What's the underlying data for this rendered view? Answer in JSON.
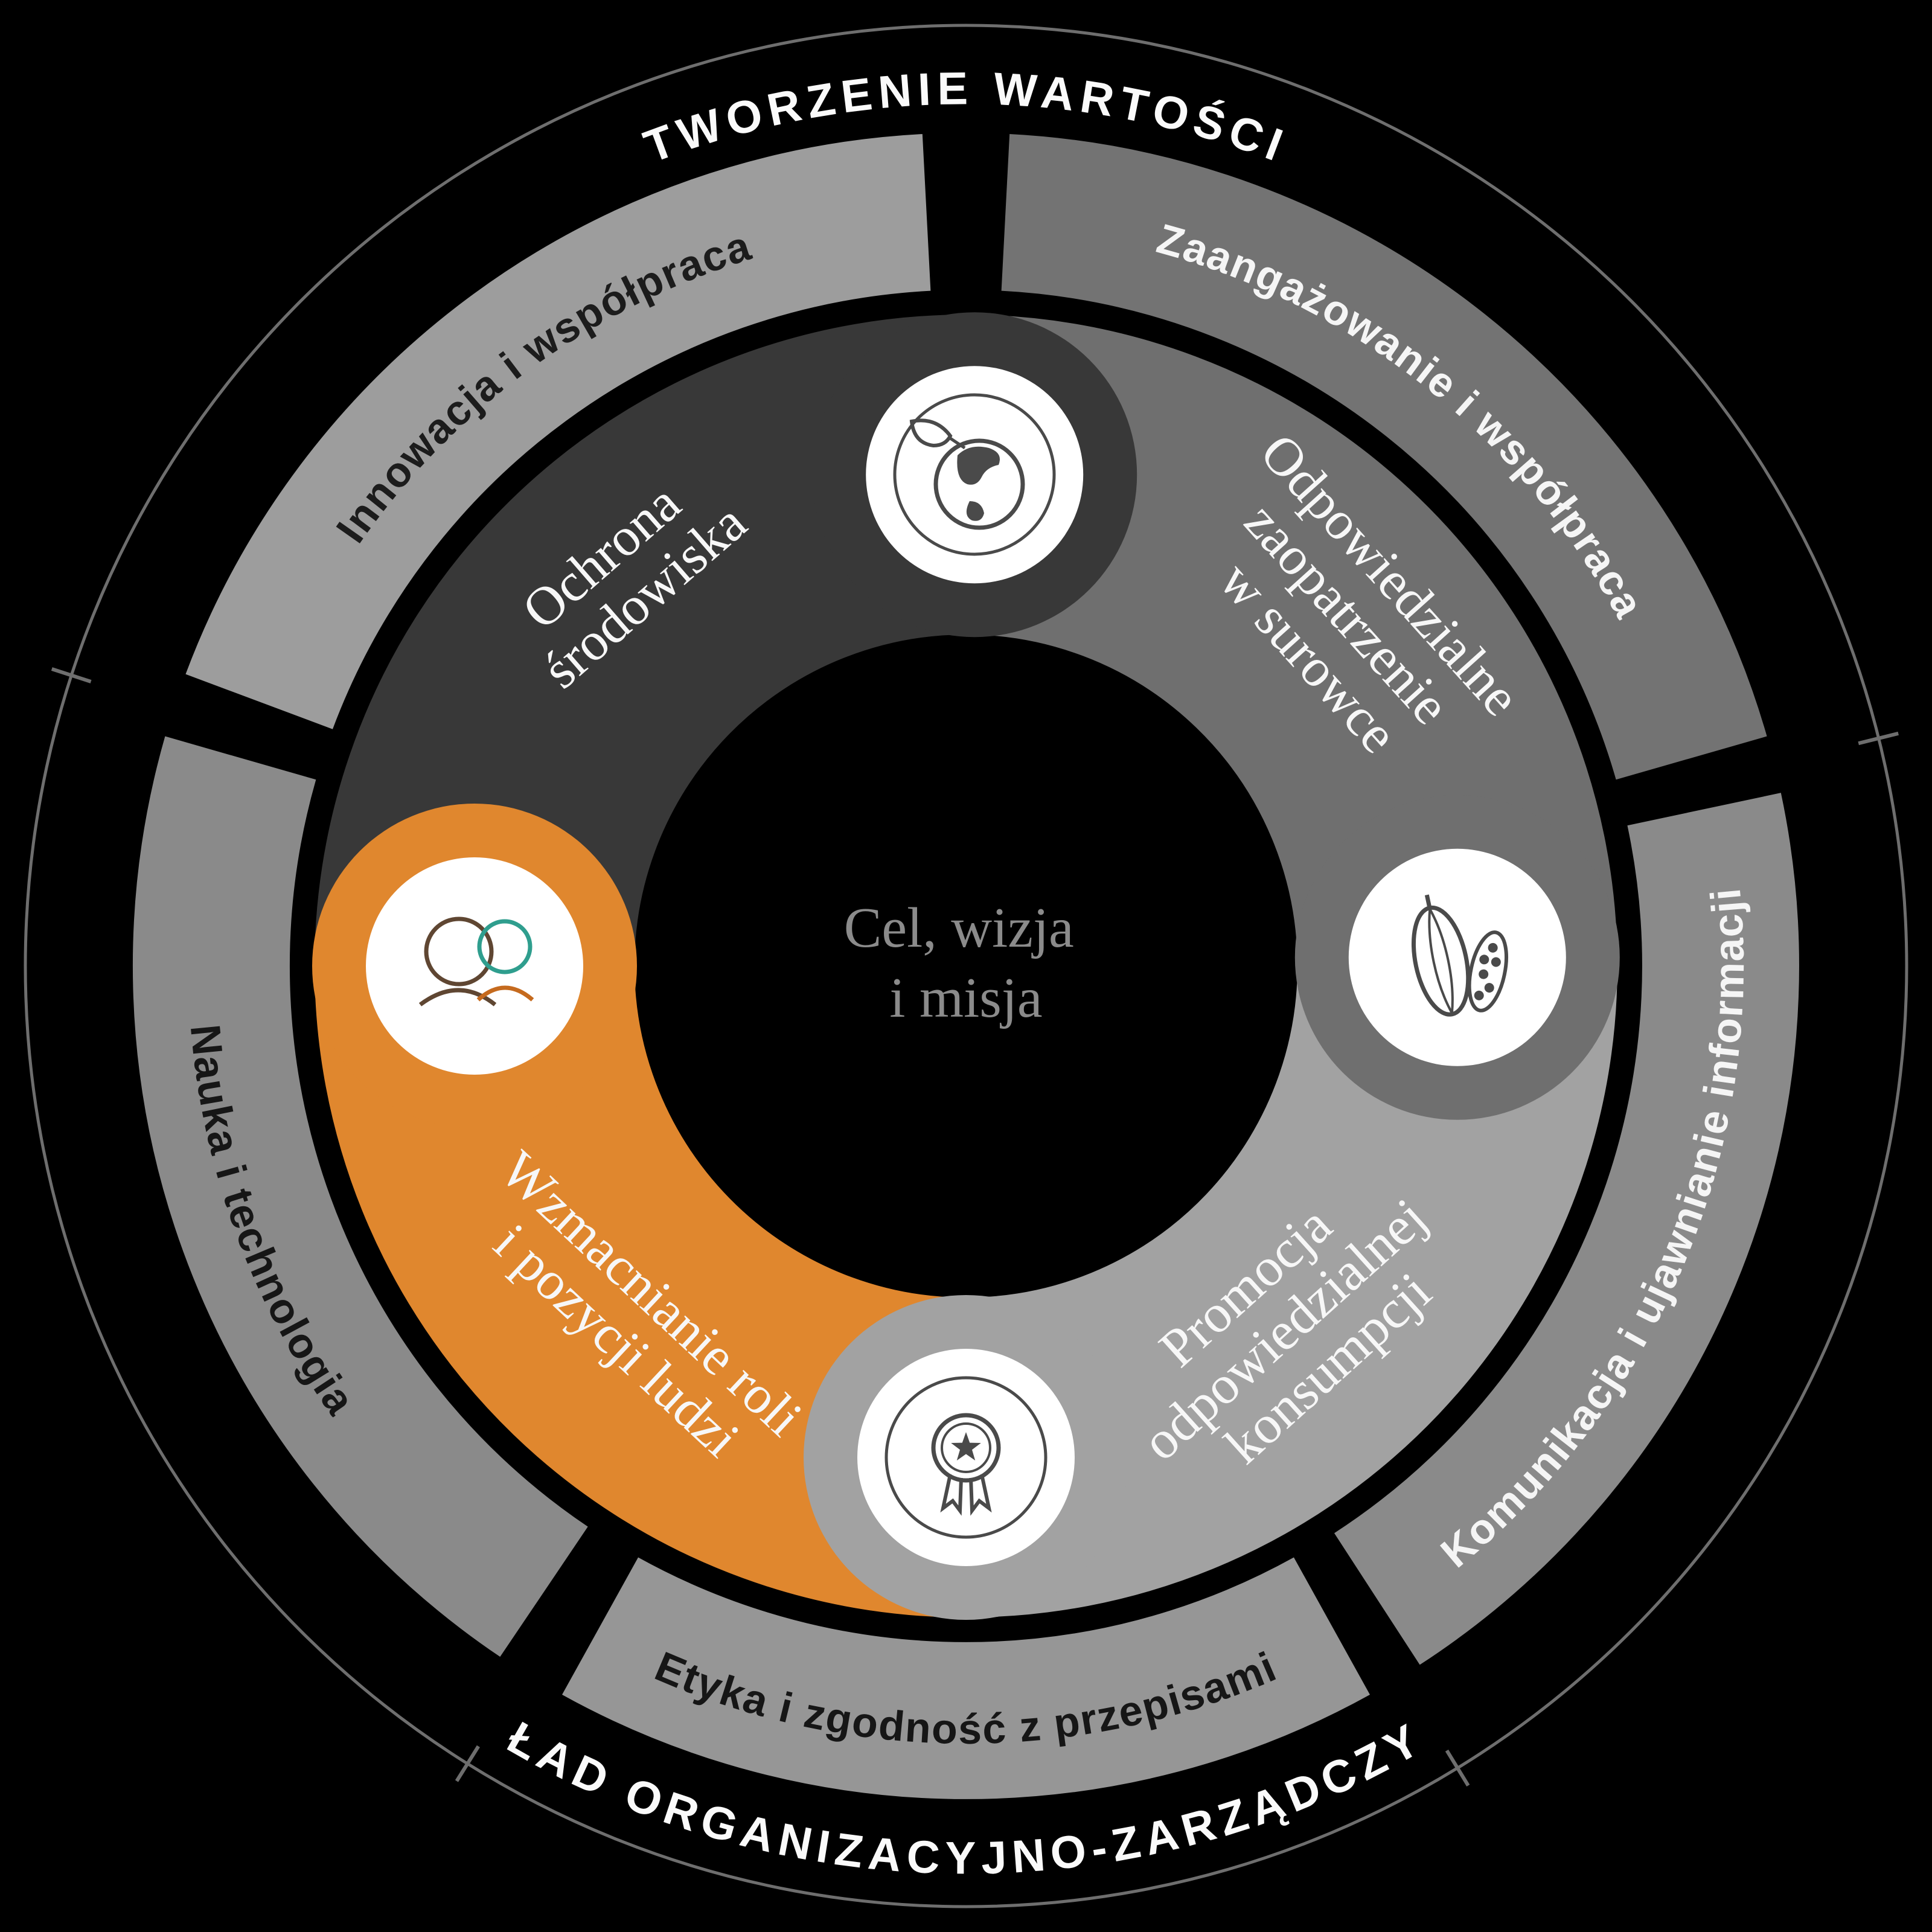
{
  "diagram": {
    "title_top": "TWORZENIE WARTOŚCI",
    "title_bottom": "ŁAD ORGANIZACYJNO-ZARZĄDCZY"
  },
  "center": {
    "lines": [
      "Cel, wizja",
      "i misja"
    ],
    "text_color": "#8b8b8b"
  },
  "middle_ring": {
    "segments": [
      {
        "id": "innowacja",
        "label": "Innowacja i współpraca",
        "color": "#9D9D9D",
        "text_color": "#1c1c1c"
      },
      {
        "id": "zaangazowanie",
        "label": "Zaangażowanie i współpraca",
        "color": "#737373",
        "text_color": "#f5f5f5"
      },
      {
        "id": "komunikacja",
        "label": "Komunikacja i ujawnianie informacji",
        "color": "#8A8A8A",
        "text_color": "#f5f5f5"
      },
      {
        "id": "etyka",
        "label": "Etyka i zgodność z przepisami",
        "color": "#969696",
        "text_color": "#161616"
      },
      {
        "id": "nauka",
        "label": "Nauka i technologia",
        "color": "#8A8A8A",
        "text_color": "#161616"
      }
    ]
  },
  "inner_ring": {
    "segments": [
      {
        "id": "ochrona",
        "lines": [
          "Ochrona",
          "środowiska"
        ],
        "icon": "globe-leaf-icon",
        "color": "#383838"
      },
      {
        "id": "zaopatrzenie",
        "lines": [
          "Odpowiedzialne",
          "zaopatrzenie",
          "w surowce"
        ],
        "icon": "cocoa-pod-icon",
        "color": "#6F6F6F"
      },
      {
        "id": "konsumpcja",
        "lines": [
          "Promocja",
          "odpowiedzialnej",
          "konsumpcji"
        ],
        "icon": "award-ribbon-icon",
        "color": "#A2A2A2"
      },
      {
        "id": "ludzie",
        "lines": [
          "Wzmacnianie roli",
          "i pozycji ludzi"
        ],
        "icon": "two-people-icon",
        "color": "#E0872E"
      }
    ]
  },
  "accents": {
    "orange": "#E0872E",
    "teal": "#2F9E8E",
    "brown": "#5F4632",
    "outline_gray": "#6E6E6E",
    "icon_gray": "#4a4a4a"
  }
}
